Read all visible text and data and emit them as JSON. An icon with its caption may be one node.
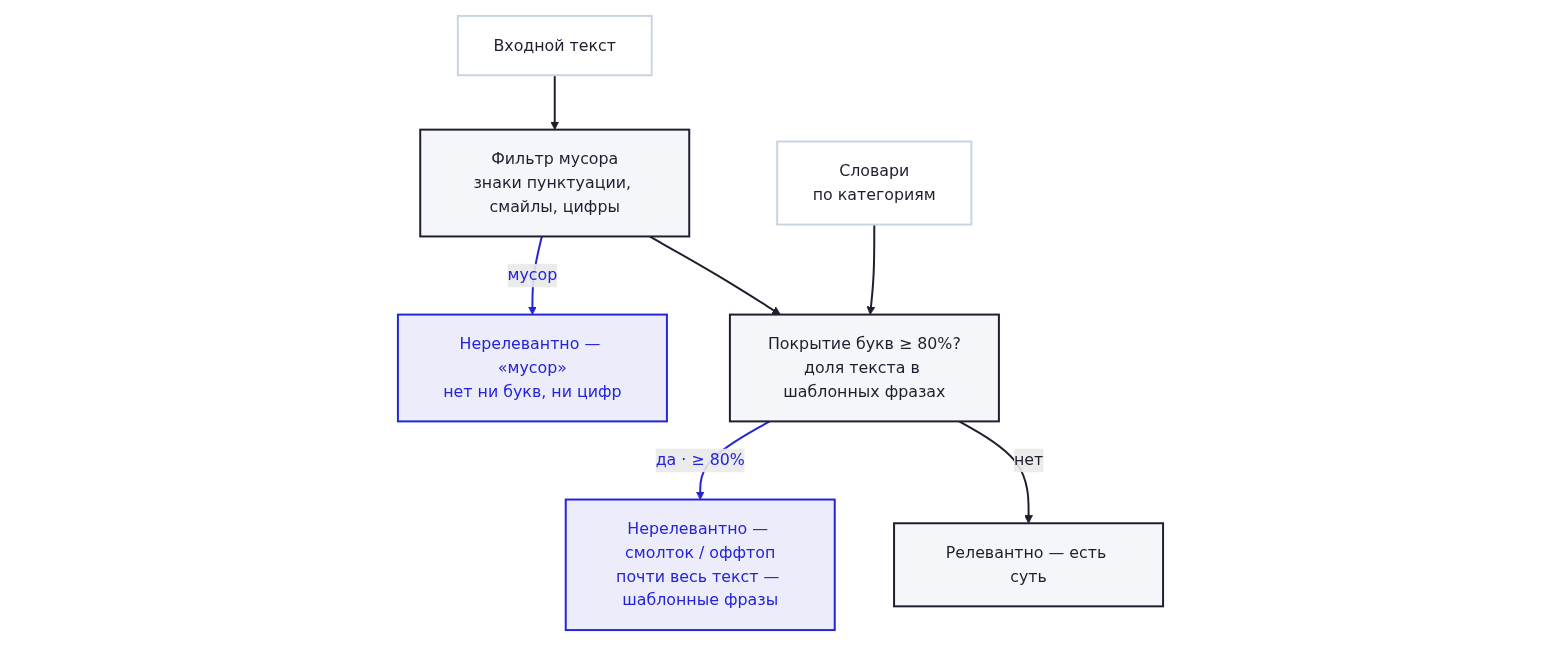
{
  "diagram": {
    "nodes": [
      {
        "text": [
          "Входной текст"
        ]
      },
      {
        "text": [
          "Фильтр мусора",
          "знаки пунктуации, смайлы, цифры"
        ]
      },
      {
        "text": [
          "Нерелевантно — «мусор»",
          "нет ни букв, ни цифр"
        ]
      },
      {
        "text": [
          "Словари",
          "по категориям"
        ]
      },
      {
        "text": [
          "Покрытие букв ≥ 80%?",
          "доля текста в шаблонных фразах"
        ]
      },
      {
        "text": [
          "Нерелевантно — смолток / оффтоп",
          "почти весь текст — шаблонные фразы"
        ]
      },
      {
        "text": [
          "Релевантно — есть суть"
        ]
      }
    ],
    "edges": [
      {
        "from": 0,
        "to": 1,
        "arrow": "to"
      },
      {
        "from": 1,
        "to": 2,
        "arrow": "to",
        "label": "мусор",
        "color": "#2323d8"
      },
      {
        "from": 1,
        "to": 4,
        "arrow": "to"
      },
      {
        "from": 3,
        "to": 4,
        "arrow": "to"
      },
      {
        "from": 4,
        "to": 5,
        "arrow": "to",
        "label": "да · ≥ 80%",
        "color": "#2323d8"
      },
      {
        "from": 4,
        "to": 6,
        "arrow": "to",
        "label": "нет"
      }
    ]
  }
}
